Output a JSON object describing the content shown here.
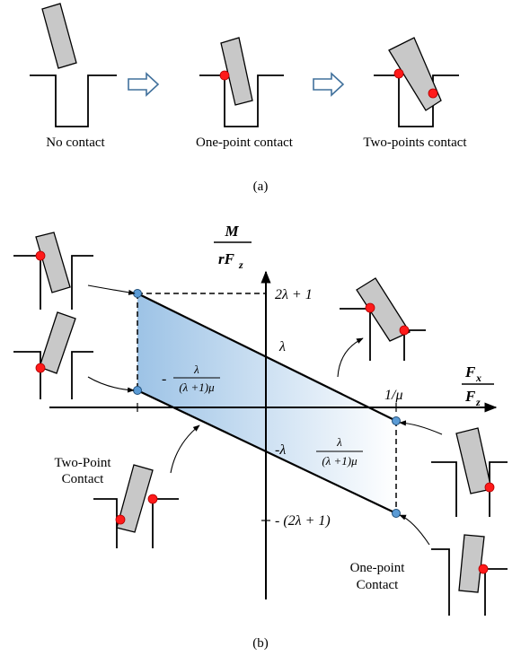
{
  "top_panel": {
    "captions": [
      "No contact",
      "One-point contact",
      "Two-points contact"
    ],
    "label": "(a)"
  },
  "bottom_panel": {
    "label": "(b)",
    "y_axis_num": "M",
    "y_axis_den": "rF",
    "y_axis_den_sub": "z",
    "x_axis_num": "F",
    "x_axis_num_sub": "x",
    "x_axis_den": "F",
    "x_axis_den_sub": "z",
    "tick_top": "2λ + 1",
    "tick_lambda": "λ",
    "tick_neg_lambda": "-λ",
    "tick_bottom": "- (2λ + 1)",
    "tick_inv_mu": "1/μ",
    "left_frac_sign": "-",
    "frac_num": "λ",
    "frac_den": "(λ +1)μ",
    "callout_two_point": [
      "Two-Point",
      "Contact"
    ],
    "callout_one_point": [
      "One-point",
      "Contact"
    ]
  },
  "colors": {
    "region_dark": "#9dc3e6",
    "region_light": "#ffffff",
    "contact_point": "#ff1a1a",
    "vertex": "#5b9bd5",
    "peg": "#c8c8c8"
  }
}
